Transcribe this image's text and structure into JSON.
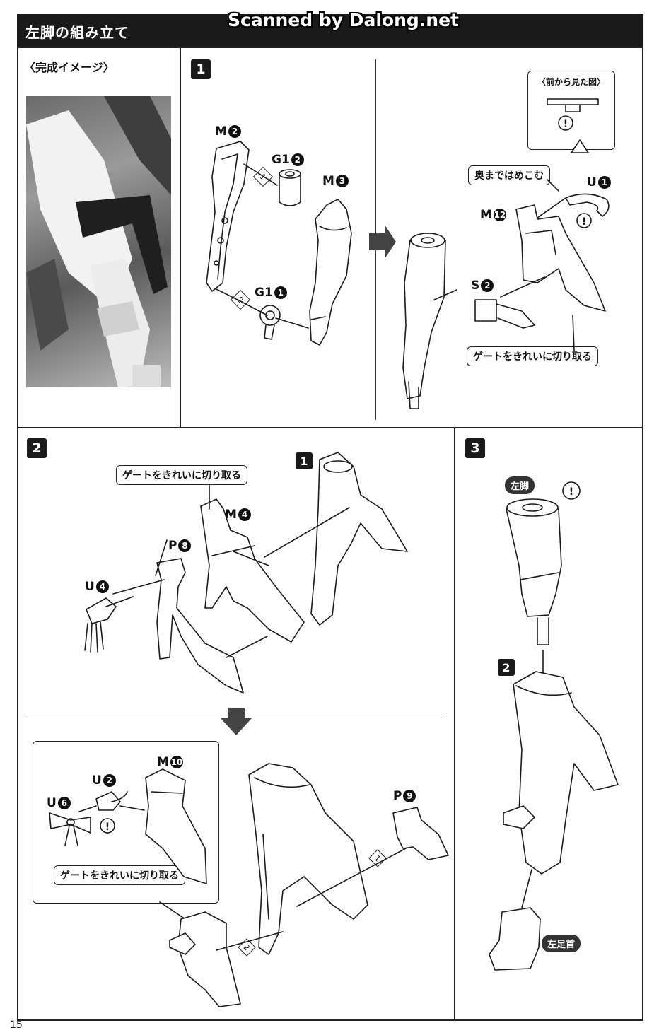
{
  "header": {
    "title": "左脚の組み立て"
  },
  "watermark": "Scanned by Dalong.net",
  "completed_image": {
    "title": "〈完成イメージ〉"
  },
  "steps": {
    "step1": {
      "number": "1",
      "parts": {
        "m2": {
          "letter": "M",
          "num": "2"
        },
        "g1_2": {
          "letter": "G1",
          "num": "2"
        },
        "m3": {
          "letter": "M",
          "num": "3"
        },
        "g1_1": {
          "letter": "G1",
          "num": "1"
        },
        "u1": {
          "letter": "U",
          "num": "1"
        },
        "m12": {
          "letter": "M",
          "num": "12"
        },
        "s2": {
          "letter": "S",
          "num": "2"
        }
      },
      "order": {
        "one": "1",
        "two": "2"
      },
      "callouts": {
        "front_view": "〈前から見た図〉",
        "push_in": "奥まではめこむ",
        "cut_gate": "ゲートをきれいに切り取る"
      }
    },
    "step2": {
      "number": "2",
      "sub_ref": "1",
      "parts": {
        "m4": {
          "letter": "M",
          "num": "4"
        },
        "p8": {
          "letter": "P",
          "num": "8"
        },
        "u4": {
          "letter": "U",
          "num": "4"
        },
        "m10": {
          "letter": "M",
          "num": "10"
        },
        "u2": {
          "letter": "U",
          "num": "2"
        },
        "u6": {
          "letter": "U",
          "num": "6"
        },
        "p9": {
          "letter": "P",
          "num": "9"
        }
      },
      "order": {
        "one": "1",
        "two": "2"
      },
      "callouts": {
        "cut_gate_top": "ゲートをきれいに切り取る",
        "cut_gate_bottom": "ゲートをきれいに切り取る"
      }
    },
    "step3": {
      "number": "3",
      "sub_ref": "2",
      "labels": {
        "left_leg": "左脚",
        "left_ankle": "左足首"
      }
    }
  },
  "page_number": "15"
}
